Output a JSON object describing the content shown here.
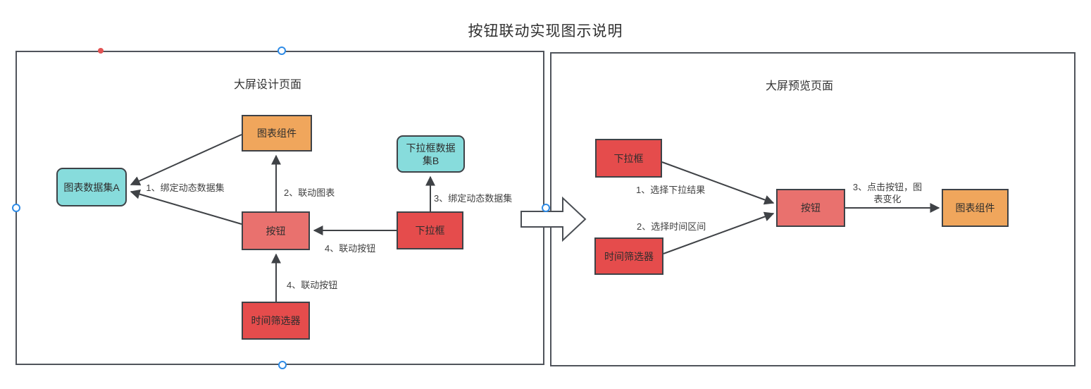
{
  "title": "按钮联动实现图示说明",
  "palette": {
    "orange_fill": "#F0A65C",
    "cyan_fill": "#87DCDC",
    "red_fill": "#E54C4C",
    "salmon_fill": "#E9716E",
    "shape_border": "#3E4247",
    "panel_border": "#50545B",
    "line_color": "#3F4246",
    "text_color": "#333333",
    "handle_blue": "#2E8BE6",
    "handle_red": "#E25353"
  },
  "left_panel": {
    "title": "大屏设计页面",
    "nodes": {
      "chart_component": "图表组件",
      "chart_dataset_a": "图表数据集A",
      "dropdown_dataset_b": "下拉框数据集B",
      "button": "按钮",
      "dropdown": "下拉框",
      "time_filter": "时间筛选器"
    },
    "edge_labels": {
      "bind_dynamic_dataset_1": "1、绑定动态数据集",
      "link_chart_2": "2、联动图表",
      "bind_dynamic_dataset_3": "3、绑定动态数据集",
      "link_button_4_dropdown": "4、联动按钮",
      "link_button_4_time": "4、联动按钮"
    }
  },
  "right_panel": {
    "title": "大屏预览页面",
    "nodes": {
      "dropdown": "下拉框",
      "time_filter": "时间筛选器",
      "button": "按钮",
      "chart_component": "图表组件"
    },
    "edge_labels": {
      "select_dropdown_result_1": "1、选择下拉结果",
      "select_time_range_2": "2、选择时间区间",
      "click_button_chart_change_3": "3、点击按钮，图表变化"
    }
  }
}
